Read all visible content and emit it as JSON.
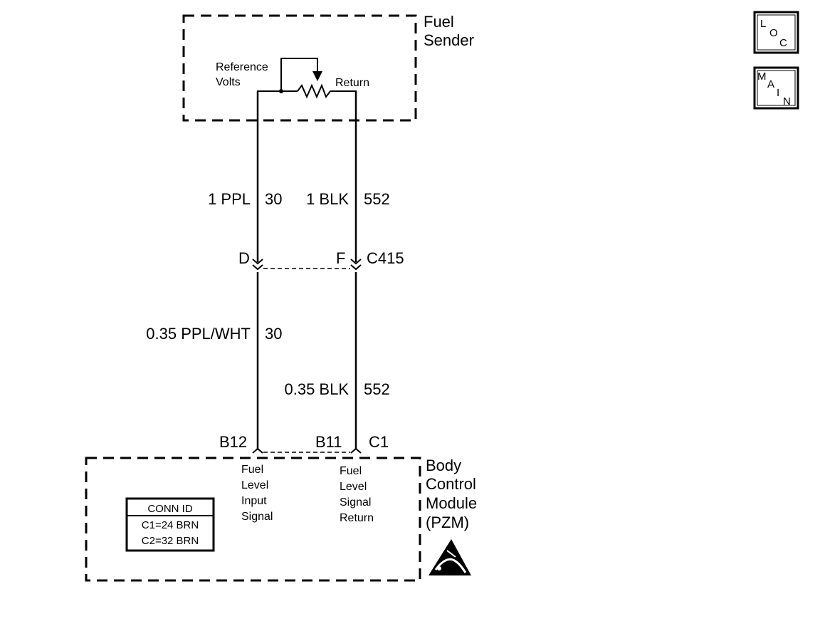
{
  "fuel_sender": {
    "title_line1": "Fuel",
    "title_line2": "Sender",
    "ref_volts_line1": "Reference",
    "ref_volts_line2": "Volts",
    "return_label": "Return"
  },
  "upper_wires": {
    "left_gauge_color": "1 PPL",
    "left_circuit": "30",
    "right_gauge_color": "1 BLK",
    "right_circuit": "552"
  },
  "connector_c415": {
    "left_pin": "D",
    "right_pin": "F",
    "id": "C415"
  },
  "lower_wires": {
    "left_gauge_color": "0.35 PPL/WHT",
    "left_circuit": "30",
    "right_gauge_color": "0.35 BLK",
    "right_circuit": "552"
  },
  "bcm_connector": {
    "left_pin": "B12",
    "right_pin": "B11",
    "id": "C1"
  },
  "bcm": {
    "title_line1": "Body",
    "title_line2": "Control",
    "title_line3": "Module",
    "title_line4": "(PZM)",
    "left_signal": [
      "Fuel",
      "Level",
      "Input",
      "Signal"
    ],
    "right_signal": [
      "Fuel",
      "Level",
      "Signal",
      "Return"
    ]
  },
  "conn_id_box": {
    "header": "CONN ID",
    "row1": "C1=24 BRN",
    "row2": "C2=32 BRN"
  },
  "nav_buttons": {
    "loc": {
      "l": "L",
      "o": "O",
      "c": "C"
    },
    "main": {
      "m": "M",
      "a": "A",
      "i": "I",
      "n": "N"
    }
  },
  "colors": {
    "ink": "#000000",
    "background": "#ffffff"
  },
  "icons": {
    "esd": "esd-warning-icon"
  }
}
